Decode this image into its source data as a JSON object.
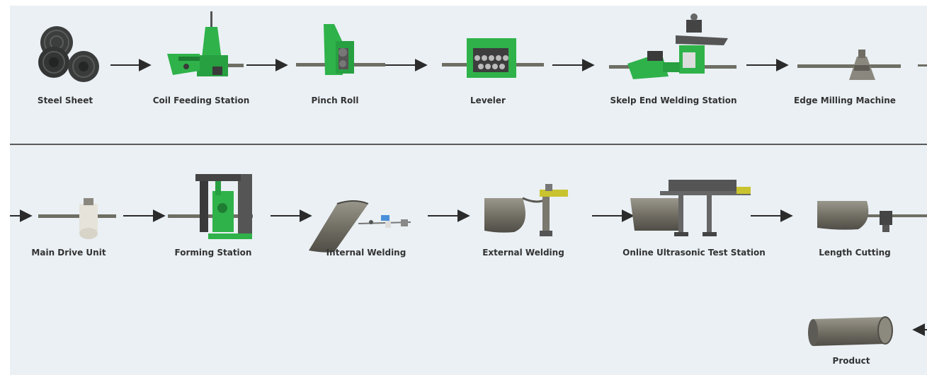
{
  "colors": {
    "background": "#eaf0f4",
    "machine_green": "#2fb24a",
    "machine_dark": "#3a3a3a",
    "strip_grey": "#6e6e64",
    "pipe_fill": "#7d7a70",
    "arrow": "#2b2b2b",
    "divider": "#5a5a5a"
  },
  "row1": [
    {
      "label": "Steel Sheet",
      "icon": "steel-coils-icon"
    },
    {
      "label": "Coil Feeding Station",
      "icon": "coil-feeding-station-icon"
    },
    {
      "label": "Pinch Roll",
      "icon": "pinch-roll-icon"
    },
    {
      "label": "Leveler",
      "icon": "leveler-icon"
    },
    {
      "label": "Skelp End Welding Station",
      "icon": "skelp-end-welding-icon"
    },
    {
      "label": "Edge Milling Machine",
      "icon": "edge-milling-icon"
    }
  ],
  "row2": [
    {
      "label": "Main Drive Unit",
      "icon": "main-drive-unit-icon"
    },
    {
      "label": "Forming Station",
      "icon": "forming-station-icon"
    },
    {
      "label": "Internal Welding",
      "icon": "internal-welding-icon"
    },
    {
      "label": "External Welding",
      "icon": "external-welding-icon"
    },
    {
      "label": "Online Ultrasonic Test Station",
      "icon": "ultrasonic-test-icon"
    },
    {
      "label": "Length Cutting",
      "icon": "length-cutting-icon"
    }
  ],
  "row3": [
    {
      "label": "Product",
      "icon": "pipe-product-icon"
    }
  ]
}
